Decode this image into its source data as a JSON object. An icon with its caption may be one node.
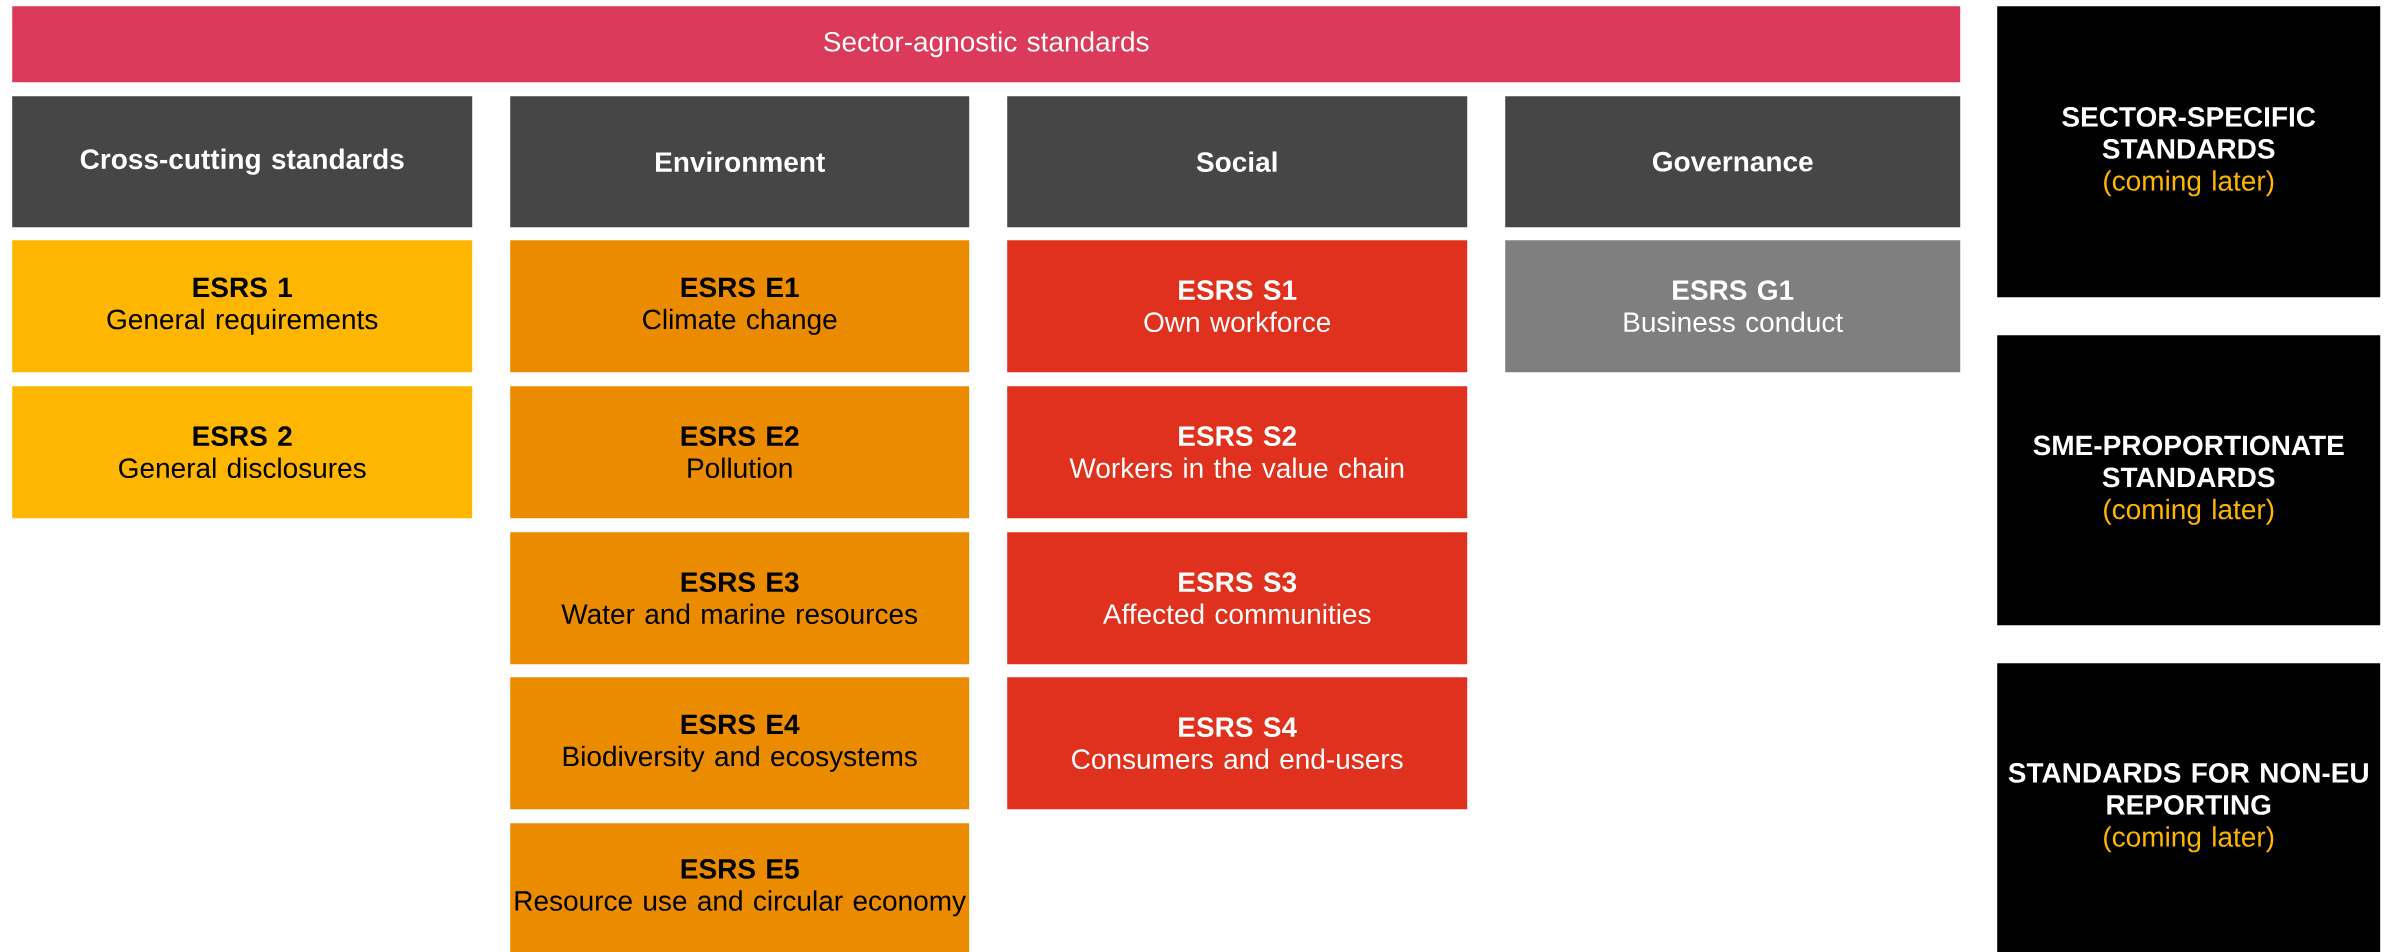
{
  "diagram": {
    "nodes": [
      {
        "text": [
          "Sector-agnostic standards"
        ]
      },
      {
        "text": [
          "Cross-cutting standards"
        ]
      },
      {
        "text": [
          "Environment"
        ]
      },
      {
        "text": [
          "Social"
        ]
      },
      {
        "text": [
          "Governance"
        ]
      },
      {
        "text": [
          "ESRS 1",
          "General requirements"
        ]
      },
      {
        "text": [
          "ESRS 2",
          "General disclosures"
        ]
      },
      {
        "text": [
          "ESRS E1",
          "Climate change"
        ]
      },
      {
        "text": [
          "ESRS E2",
          "Pollution"
        ]
      },
      {
        "text": [
          "ESRS E3",
          "Water and marine resources"
        ]
      },
      {
        "text": [
          "ESRS E4",
          "Biodiversity and ecosystems"
        ]
      },
      {
        "text": [
          "ESRS E5",
          "Resource use and circular economy"
        ]
      },
      {
        "text": [
          "ESRS S1",
          "Own workforce"
        ]
      },
      {
        "text": [
          "ESRS S2",
          "Workers in the value chain"
        ]
      },
      {
        "text": [
          "ESRS S3",
          "Affected communities"
        ]
      },
      {
        "text": [
          "ESRS S4",
          "Consumers and end-users"
        ]
      },
      {
        "text": [
          "ESRS G1",
          "Business conduct"
        ]
      },
      {
        "text": [
          "SECTOR-SPECIFIC STANDARDS",
          "(coming later)"
        ]
      },
      {
        "text": [
          "SME-PROPORTIONATE STANDARDS",
          "(coming later)"
        ]
      },
      {
        "text": [
          "STANDARDS FOR NON-EU REPORTING",
          "(coming later)"
        ]
      }
    ]
  }
}
